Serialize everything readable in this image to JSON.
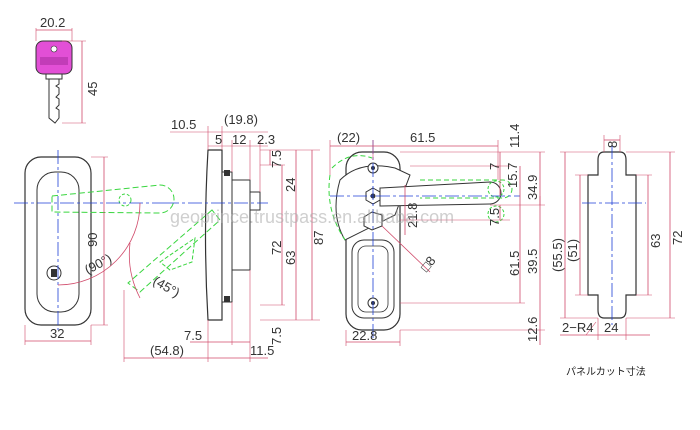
{
  "dimensions": {
    "key_width": "20.2",
    "key_height": "45",
    "front_height": "90",
    "front_width": "32",
    "front_angle": "(90°)",
    "side_top_a": "10.5",
    "side_top_b": "(19.8)",
    "side_top_c": "5",
    "side_top_d": "12",
    "side_top_e": "2.3",
    "side_right_a": "7.5",
    "side_right_b": "24",
    "side_right_c": "72",
    "side_right_d": "87",
    "side_right_e": "63",
    "side_bottom_a": "7.5",
    "side_bottom_b": "7.5",
    "side_bottom_c": "(54.8)",
    "side_bottom_d": "11.5",
    "side_angle": "(45°)",
    "back_top_a": "(22)",
    "back_top_b": "61.5",
    "back_right_a": "11.4",
    "back_right_b": "7",
    "back_right_c": "15.7",
    "back_right_d": "34.9",
    "back_right_e": "7.5",
    "back_right_f": "39.5",
    "back_right_g": "61.5",
    "back_right_h": "12.6",
    "back_inner_a": "21.8",
    "back_inner_b": "□8",
    "back_bottom": "22.8",
    "cutout_top": "8",
    "cutout_left": "(55.5)",
    "cutout_left_inner": "(51)",
    "cutout_right_a": "63",
    "cutout_right_b": "72",
    "cutout_radius": "2−R4",
    "cutout_bottom": "24"
  },
  "labels": {
    "cutout_caption": "パネルカット寸法",
    "watermark": "geoprince.trustpass.en.alibaba.com"
  },
  "colors": {
    "line": "#333333",
    "dimension": "#d04a6a",
    "center_line": "#1f3fd6",
    "phantom": "#39d63f",
    "key_head": "#e24fd6"
  }
}
